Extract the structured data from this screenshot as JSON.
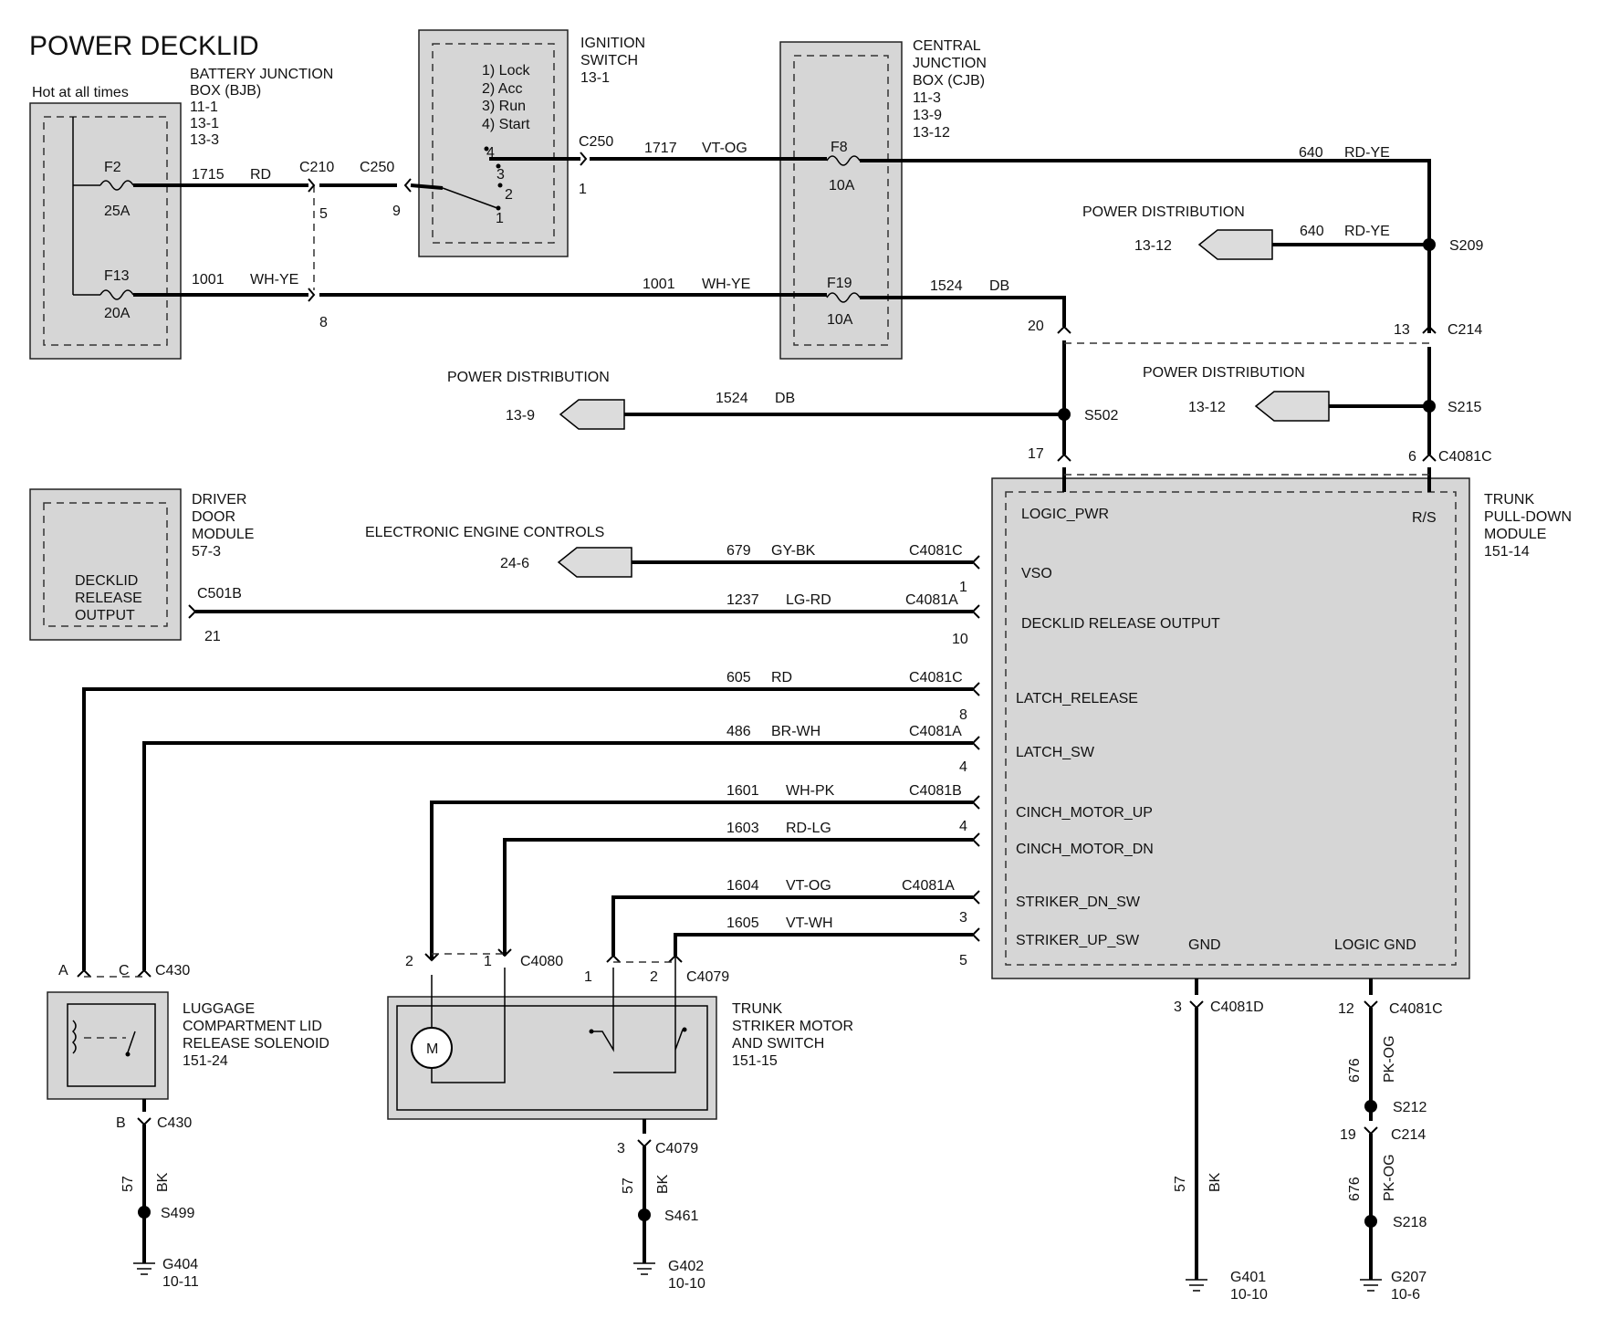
{
  "title": "POWER DECKLID",
  "hot_note": "Hot at all times",
  "components": {
    "bjb": {
      "lines": [
        "BATTERY  JUNCTION",
        "BOX (BJB)",
        "11-1",
        "13-1",
        "13-3"
      ]
    },
    "ign": {
      "lines": [
        "IGNITION",
        "SWITCH",
        "13-1"
      ],
      "positions": [
        "1) Lock",
        "2) Acc",
        "3) Run",
        "4) Start"
      ]
    },
    "cjb": {
      "lines": [
        "CENTRAL",
        "JUNCTION",
        "BOX (CJB)",
        "11-3",
        "13-9",
        "13-12"
      ]
    },
    "ddm": {
      "lines": [
        "DRIVER",
        "DOOR",
        "MODULE",
        "57-3"
      ],
      "inner": [
        "DECKLID",
        "RELEASE",
        "OUTPUT"
      ]
    },
    "tpm": {
      "lines": [
        "TRUNK",
        "PULL-DOWN",
        "MODULE",
        "151-14"
      ]
    },
    "solenoid": {
      "lines": [
        "LUGGAGE",
        "COMPARTMENT LID",
        "RELEASE SOLENOID",
        "151-24"
      ]
    },
    "striker": {
      "lines": [
        "TRUNK",
        "STRIKER MOTOR",
        "AND SWITCH",
        "151-15"
      ]
    }
  },
  "fuses": [
    {
      "name": "F2",
      "rating": "25A"
    },
    {
      "name": "F13",
      "rating": "20A"
    },
    {
      "name": "F8",
      "rating": "10A"
    },
    {
      "name": "F19",
      "rating": "10A"
    }
  ],
  "module_pins": [
    "LOGIC_PWR",
    "R/S",
    "VSO",
    "DECKLID RELEASE OUTPUT",
    "LATCH_RELEASE",
    "LATCH_SW",
    "CINCH_MOTOR_UP",
    "CINCH_MOTOR_DN",
    "STRIKER_DN_SW",
    "STRIKER_UP_SW",
    "GND",
    "LOGIC GND"
  ],
  "wires": [
    {
      "circuit": "1715",
      "color": "RD"
    },
    {
      "circuit": "1717",
      "color": "VT-OG"
    },
    {
      "circuit": "640",
      "color": "RD-YE"
    },
    {
      "circuit": "640",
      "color": "RD-YE"
    },
    {
      "circuit": "1001",
      "color": "WH-YE"
    },
    {
      "circuit": "1001",
      "color": "WH-YE"
    },
    {
      "circuit": "1524",
      "color": "DB"
    },
    {
      "circuit": "1524",
      "color": "DB"
    },
    {
      "circuit": "679",
      "color": "GY-BK"
    },
    {
      "circuit": "1237",
      "color": "LG-RD"
    },
    {
      "circuit": "605",
      "color": "RD"
    },
    {
      "circuit": "486",
      "color": "BR-WH"
    },
    {
      "circuit": "1601",
      "color": "WH-PK"
    },
    {
      "circuit": "1603",
      "color": "RD-LG"
    },
    {
      "circuit": "1604",
      "color": "VT-OG"
    },
    {
      "circuit": "1605",
      "color": "VT-WH"
    }
  ],
  "vertical_wires": [
    {
      "circuit": "57",
      "color": "BK"
    },
    {
      "circuit": "57",
      "color": "BK"
    },
    {
      "circuit": "57",
      "color": "BK"
    },
    {
      "circuit": "676",
      "color": "PK-OG"
    },
    {
      "circuit": "676",
      "color": "PK-OG"
    }
  ],
  "connectors": [
    {
      "name": "C210",
      "pins": [
        "5",
        "8"
      ]
    },
    {
      "name": "C250",
      "pins": [
        "9",
        "1"
      ]
    },
    {
      "name": "C501B",
      "pins": [
        "21"
      ]
    },
    {
      "name": "C214",
      "pins": [
        "20",
        "13",
        "19"
      ]
    },
    {
      "name": "C4081C",
      "pins": [
        "6",
        "1",
        "8",
        "12"
      ]
    },
    {
      "name": "C4081A",
      "pins": [
        "17",
        "10",
        "4",
        "3",
        "5"
      ]
    },
    {
      "name": "C4081B",
      "pins": [
        "4"
      ]
    },
    {
      "name": "C4081D",
      "pins": [
        "3"
      ]
    },
    {
      "name": "C430",
      "pins": [
        "A",
        "C",
        "B"
      ]
    },
    {
      "name": "C4080",
      "pins": [
        "2",
        "1"
      ]
    },
    {
      "name": "C4079",
      "pins": [
        "1",
        "2",
        "3"
      ]
    }
  ],
  "splices": [
    "S209",
    "S502",
    "S215",
    "S212",
    "S218",
    "S499",
    "S461"
  ],
  "grounds": [
    {
      "name": "G404",
      "ref": "10-11"
    },
    {
      "name": "G402",
      "ref": "10-10"
    },
    {
      "name": "G401",
      "ref": "10-10"
    },
    {
      "name": "G207",
      "ref": "10-6"
    }
  ],
  "power_distribution": [
    {
      "label": "POWER DISTRIBUTION",
      "ref": "13-12"
    },
    {
      "label": "POWER DISTRIBUTION",
      "ref": "13-9"
    },
    {
      "label": "POWER DISTRIBUTION",
      "ref": "13-12"
    },
    {
      "label": "ELECTRONIC ENGINE CONTROLS",
      "ref": "24-6"
    }
  ],
  "motor_symbol": "M"
}
